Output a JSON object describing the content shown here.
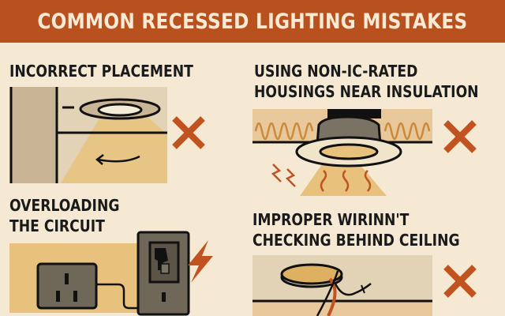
{
  "header": {
    "title": "COMMON RECESSED LIGHTING MISTAKES"
  },
  "panels": [
    {
      "title_lines": [
        "INCORRECT PLACEMENT"
      ],
      "icon": "ceiling-light-near-wall",
      "status_icon": "red-x"
    },
    {
      "title_lines": [
        "USING NON-IC-RATED",
        "HOUSINGS NEAR INSULATION"
      ],
      "icon": "light-housing-in-insulation-heat",
      "status_icon": "red-x"
    },
    {
      "title_lines": [
        "OVERLOADING",
        "THE CIRCUIT"
      ],
      "icon": "outlet-and-switch-with-spark",
      "status_icon": "lightning-bolt"
    },
    {
      "title_lines": [
        "IMPROPER WIRINN'T",
        "CHECKING BEHIND CEILING"
      ],
      "icon": "light-fixture-with-wires",
      "status_icon": "red-x"
    }
  ],
  "colors": {
    "banner": "#b9511f",
    "banner_text": "#f8ead4",
    "background": "#f6e9d4",
    "accent_red": "#c0531f",
    "light_tan": "#e8c27c",
    "wall": "#c9b596",
    "ceiling": "#e3d3b6",
    "housing": "#7a7263"
  }
}
